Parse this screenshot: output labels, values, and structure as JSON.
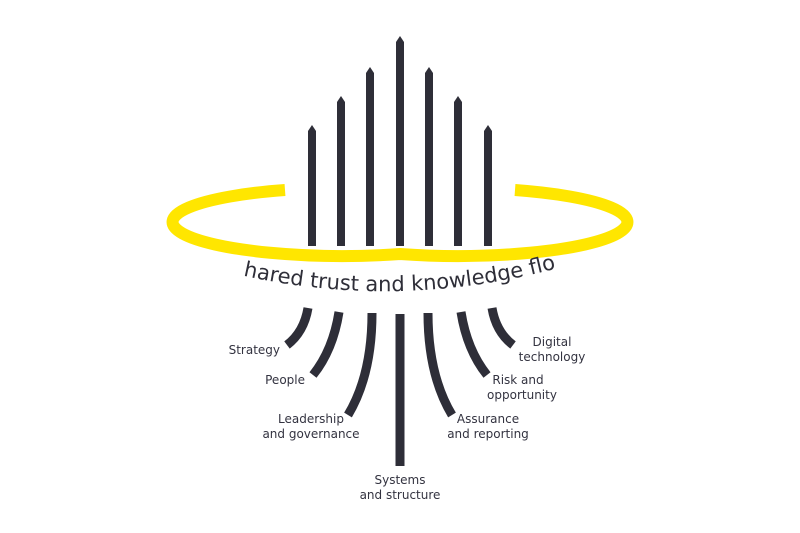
{
  "colors": {
    "ring": "#FFE600",
    "bars": "#2E2E38",
    "text": "#333340"
  },
  "center_label": "Shared trust and knowledge flow",
  "pillars": [
    {
      "line1": "Strategy",
      "line2": ""
    },
    {
      "line1": "People",
      "line2": ""
    },
    {
      "line1": "Leadership",
      "line2": "and governance"
    },
    {
      "line1": "Systems",
      "line2": "and structure"
    },
    {
      "line1": "Assurance",
      "line2": "and reporting"
    },
    {
      "line1": "Risk and",
      "line2": "opportunity"
    },
    {
      "line1": "Digital",
      "line2": "technology"
    }
  ]
}
